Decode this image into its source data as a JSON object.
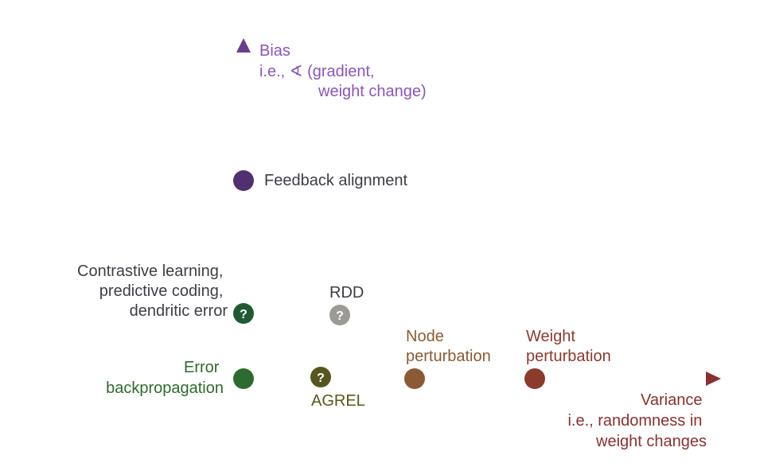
{
  "colors": {
    "bias_axis": "#6a3d8f",
    "bias_text": "#8a55b8",
    "green": "#2e6b2e",
    "green_text": "#2f6a2c",
    "olive": "#55571e",
    "gray": "#9c9a96",
    "brown": "#8a5a34",
    "red_brown": "#8a3b2e",
    "variance_text": "#8a3030",
    "dark_text": "#3d3d45",
    "feedback_dot": "#51306f"
  },
  "axes": {
    "bias": {
      "line1": "Bias",
      "line2": "i.e., ∢ (gradient,",
      "line3": "weight change)"
    },
    "variance": {
      "line1": "Variance",
      "line2": "i.e., randomness in",
      "line3": "weight changes"
    }
  },
  "methods": {
    "feedback_alignment": {
      "label": "Feedback alignment"
    },
    "contrastive": {
      "line1": "Contrastive learning,",
      "line2": "predictive coding,",
      "line3": "dendritic error",
      "marker": "?"
    },
    "rdd": {
      "label": "RDD",
      "marker": "?"
    },
    "backprop": {
      "line1": "Error",
      "line2": "backpropagation"
    },
    "agrel": {
      "label": "AGREL",
      "marker": "?"
    },
    "node_perturbation": {
      "line1": "Node",
      "line2": "perturbation"
    },
    "weight_perturbation": {
      "line1": "Weight",
      "line2": "perturbation"
    }
  }
}
